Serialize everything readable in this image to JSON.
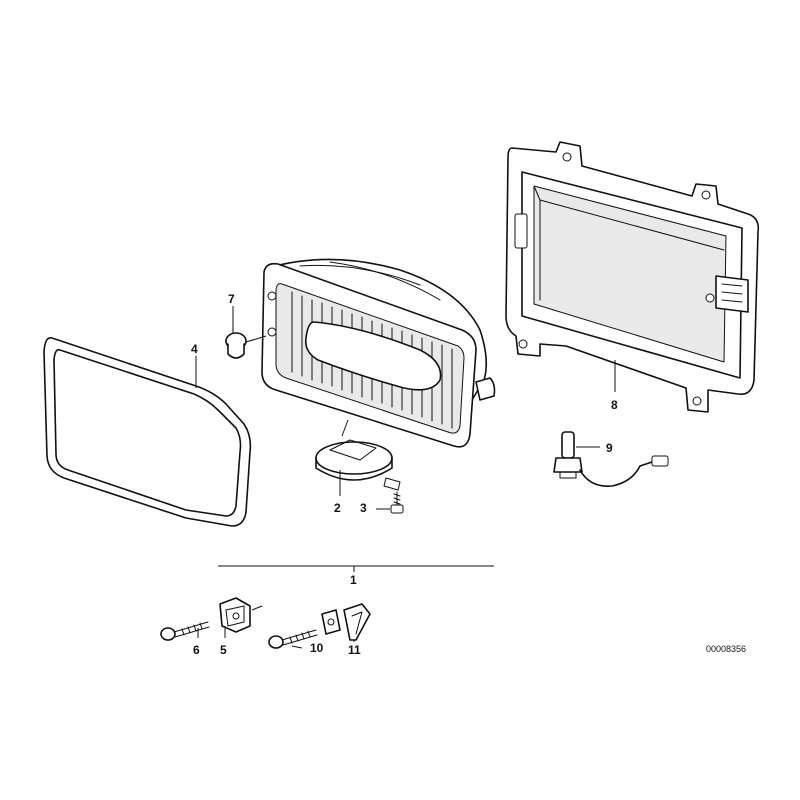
{
  "callouts": {
    "p1": "1",
    "p2": "2",
    "p3": "3",
    "p4": "4",
    "p5": "5",
    "p6": "6",
    "p7": "7",
    "p8": "8",
    "p9": "9",
    "p10": "10",
    "p11": "11"
  },
  "reference_number": "00008356"
}
